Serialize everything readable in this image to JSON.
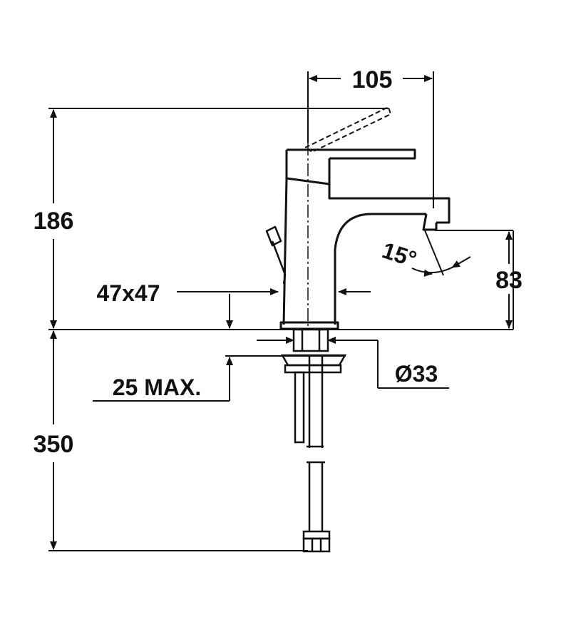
{
  "dimensions": {
    "spout_reach": "105",
    "height_above_deck": "186",
    "below_deck_length": "350",
    "base_size": "47x47",
    "max_deck_thickness": "25 MAX.",
    "spout_angle": "15°",
    "outlet_height": "83",
    "hole_diameter": "Ø33"
  },
  "colors": {
    "ink": "#111111",
    "background": "#ffffff"
  }
}
